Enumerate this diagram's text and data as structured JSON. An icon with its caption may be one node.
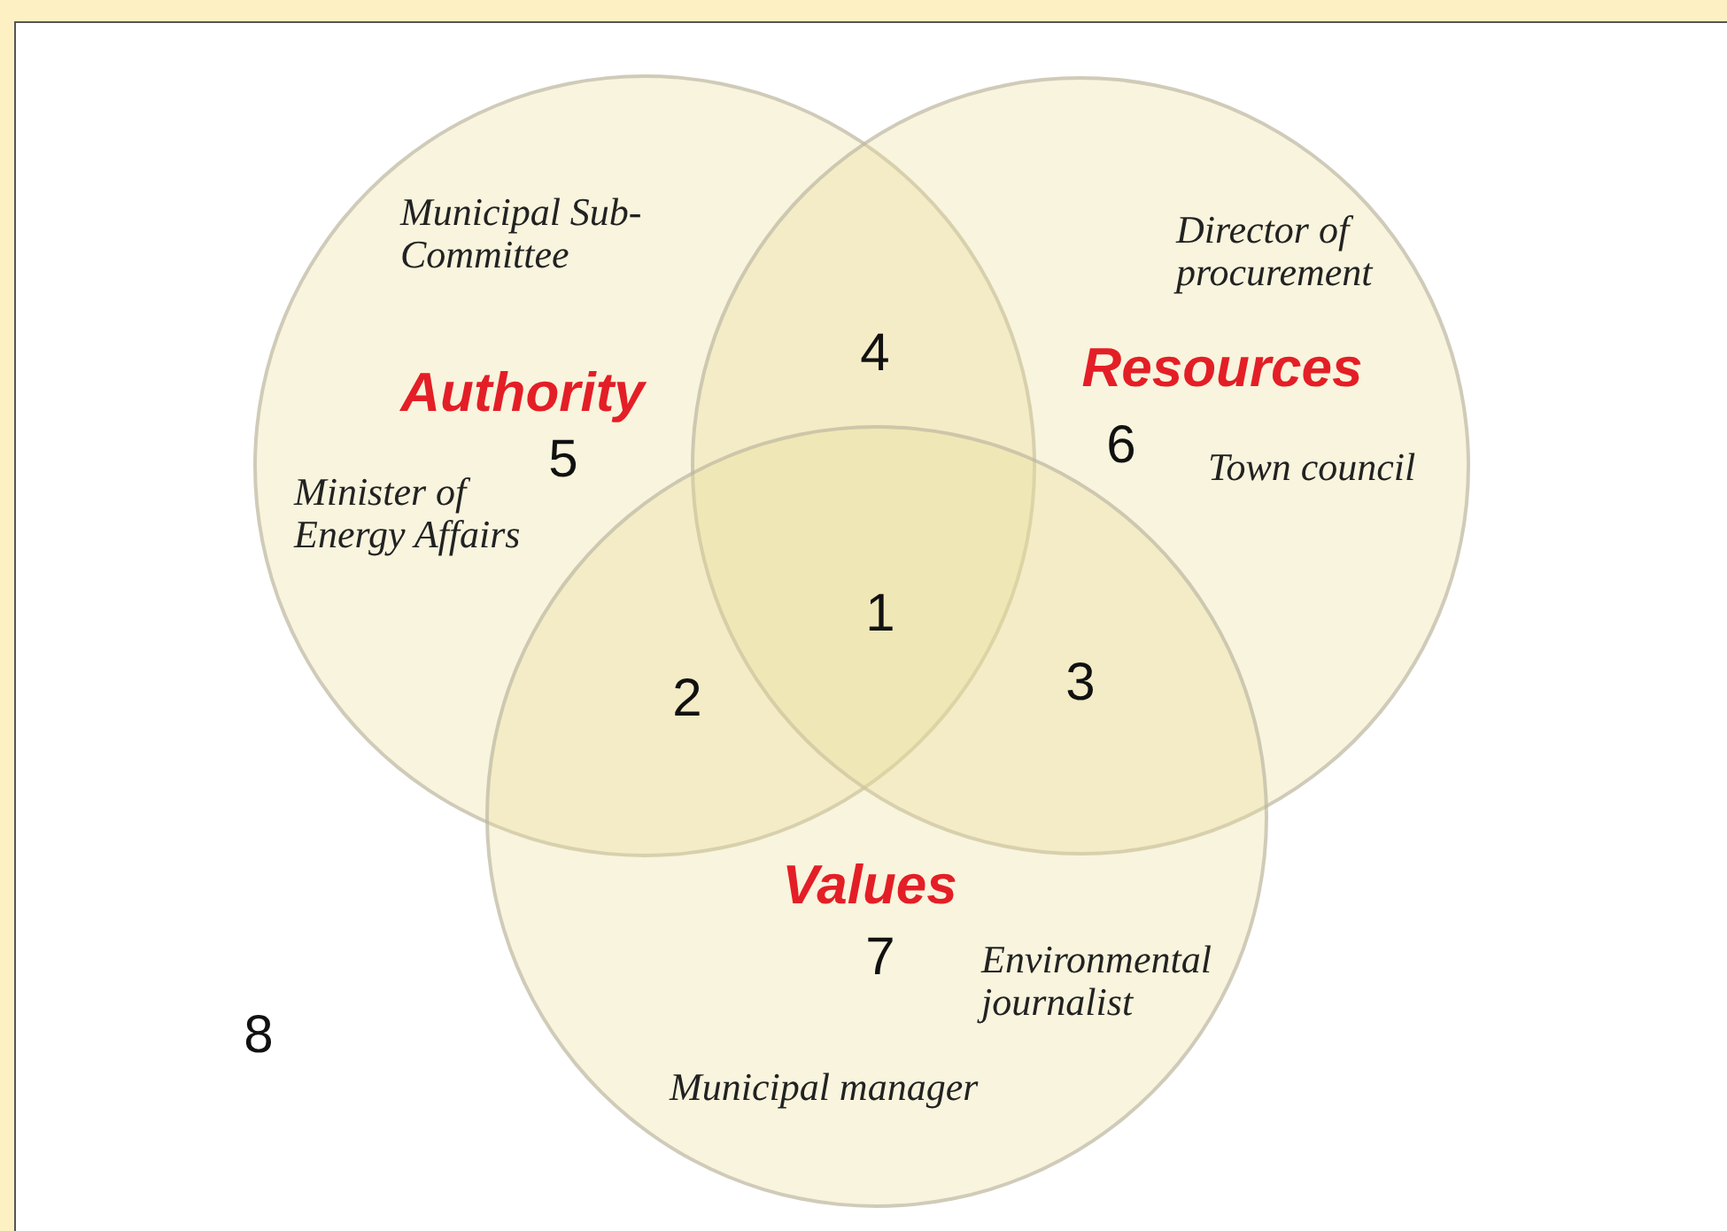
{
  "diagram": {
    "nodes": [
      {
        "text": [
          "Authority"
        ]
      },
      {
        "text": [
          "Resources"
        ]
      },
      {
        "text": [
          "Values"
        ]
      }
    ],
    "labels": [
      "Municipal Sub-Committee",
      "Director of procurement",
      "4",
      "5",
      "6",
      "Town council",
      "Minister of Energy Affairs",
      "1",
      "2",
      "3",
      "7",
      "Environmental journalist",
      "8",
      "Municipal manager"
    ]
  }
}
